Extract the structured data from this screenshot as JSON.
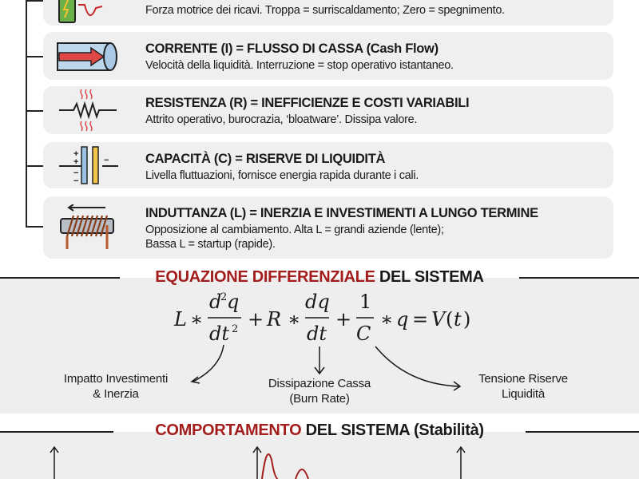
{
  "components": [
    {
      "title": "",
      "desc": "Forza motrice dei ricavi. Troppa = surriscaldamento; Zero = spegnimento.",
      "icon": "battery-wave-icon"
    },
    {
      "title": "CORRENTE (I) = FLUSSO DI CASSA (Cash Flow)",
      "desc": "Velocità della liquidità. Interruzione = stop operativo istantaneo.",
      "icon": "pipe-arrow-icon"
    },
    {
      "title": "RESISTENZA (R) = INEFFICIENZE E COSTI VARIABILI",
      "desc": "Attrito operativo, burocrazia, ‘bloatware’. Dissipa valore.",
      "icon": "resistor-icon"
    },
    {
      "title": "CAPACITÀ (C) = RISERVE DI LIQUIDITÀ",
      "desc": "Livella fluttuazioni, fornisce energia rapida durante i cali.",
      "icon": "capacitor-icon"
    },
    {
      "title": "INDUTTANZA (L) = INERZIA E INVESTIMENTI A LUNGO TERMINE",
      "desc": "Opposizione al cambiamento. Alta L = grandi aziende (lente);",
      "desc2": "Bassa L = startup (rapide).",
      "icon": "inductor-icon"
    }
  ],
  "equation_section": {
    "title_red": "EQUAZIONE DIFFERENZIALE",
    "title_black": "DEL SISTEMA",
    "annotations": [
      {
        "line1": "Impatto Investimenti",
        "line2": "& Inerzia"
      },
      {
        "line1": "Dissipazione Cassa",
        "line2": "(Burn Rate)"
      },
      {
        "line1": "Tensione Riserve",
        "line2": "Liquidità"
      }
    ]
  },
  "behavior_section": {
    "title_red": "COMPORTAMENTO",
    "title_black": "DEL SISTEMA (Stabilità)"
  },
  "colors": {
    "accent_red": "#a31d1d",
    "card_bg": "#efefef"
  }
}
